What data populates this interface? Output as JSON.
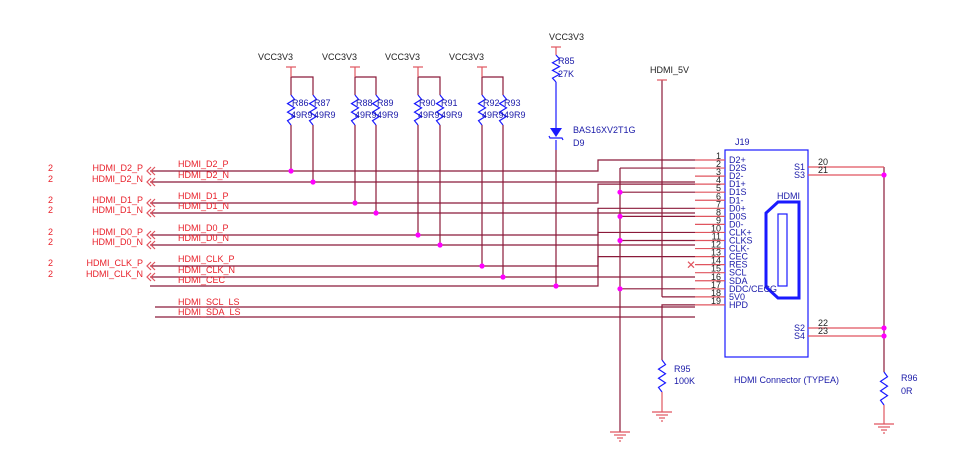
{
  "connector": {
    "ref": "J19",
    "title": "HDMI Connector (TYPEA)",
    "logo_text": "HDMI",
    "left_pins": [
      {
        "num": "1",
        "name": "D2+"
      },
      {
        "num": "2",
        "name": "D2S"
      },
      {
        "num": "3",
        "name": "D2-"
      },
      {
        "num": "4",
        "name": "D1+"
      },
      {
        "num": "5",
        "name": "D1S"
      },
      {
        "num": "6",
        "name": "D1-"
      },
      {
        "num": "7",
        "name": "D0+"
      },
      {
        "num": "8",
        "name": "D0S"
      },
      {
        "num": "9",
        "name": "D0-"
      },
      {
        "num": "10",
        "name": "CLK+"
      },
      {
        "num": "11",
        "name": "CLKS"
      },
      {
        "num": "12",
        "name": "CLK-"
      },
      {
        "num": "13",
        "name": "CEC"
      },
      {
        "num": "14",
        "name": "RES"
      },
      {
        "num": "15",
        "name": "SCL"
      },
      {
        "num": "16",
        "name": "SDA"
      },
      {
        "num": "17",
        "name": "DDC/CECG"
      },
      {
        "num": "18",
        "name": "5V0"
      },
      {
        "num": "19",
        "name": "HPD"
      }
    ],
    "right_pins": [
      {
        "num": "20",
        "name": "S1"
      },
      {
        "num": "21",
        "name": "S3"
      },
      {
        "num": "22",
        "name": "S2"
      },
      {
        "num": "23",
        "name": "S4"
      }
    ]
  },
  "offpage_ports": [
    {
      "sheet": "2",
      "name": "HDMI_D2_P"
    },
    {
      "sheet": "2",
      "name": "HDMI_D2_N"
    },
    {
      "sheet": "2",
      "name": "HDMI_D1_P"
    },
    {
      "sheet": "2",
      "name": "HDMI_D1_N"
    },
    {
      "sheet": "2",
      "name": "HDMI_D0_P"
    },
    {
      "sheet": "2",
      "name": "HDMI_D0_N"
    },
    {
      "sheet": "2",
      "name": "HDMI_CLK_P"
    },
    {
      "sheet": "2",
      "name": "HDMI_CLK_N"
    }
  ],
  "net_labels": [
    "HDMI_D2_P",
    "HDMI_D2_N",
    "HDMI_D1_P",
    "HDMI_D1_N",
    "HDMI_D0_P",
    "HDMI_D0_N",
    "HDMI_CLK_P",
    "HDMI_CLK_N",
    "HDMI_CEC",
    "HDMI_SCL_LS",
    "HDMI_SDA_LS"
  ],
  "power": {
    "vcc": "VCC3V3",
    "hdmi5v": "HDMI_5V"
  },
  "resistor_pairs": [
    {
      "a_ref": "R86",
      "a_val": "49R9",
      "b_ref": "R87",
      "b_val": "49R9"
    },
    {
      "a_ref": "R88",
      "a_val": "49R9",
      "b_ref": "R89",
      "b_val": "49R9"
    },
    {
      "a_ref": "R90",
      "a_val": "49R9",
      "b_ref": "R91",
      "b_val": "49R9"
    },
    {
      "a_ref": "R92",
      "a_val": "49R9",
      "b_ref": "R93",
      "b_val": "49R9"
    }
  ],
  "r85": {
    "ref": "R85",
    "value": "27K"
  },
  "d9": {
    "ref": "D9",
    "part": "BAS16XV2T1G"
  },
  "r95": {
    "ref": "R95",
    "value": "100K"
  },
  "r96": {
    "ref": "R96",
    "value": "0R"
  }
}
